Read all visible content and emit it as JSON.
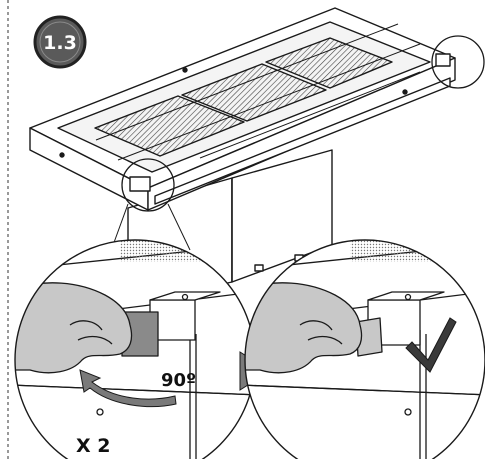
{
  "step": {
    "number": "1.3"
  },
  "callouts": {
    "rotation_label": "90º",
    "quantity_label": "X 2"
  },
  "colors": {
    "line": "#1a1a1a",
    "badge_fill": "#5a5a5a",
    "badge_ring": "#222222",
    "hand_gray": "#c8c8c8",
    "clip_gray": "#8a8a8a",
    "arrow_gray": "#7a7a7a",
    "check_dark": "#3a3a3a",
    "filter_dark": "#2b2b2b"
  }
}
